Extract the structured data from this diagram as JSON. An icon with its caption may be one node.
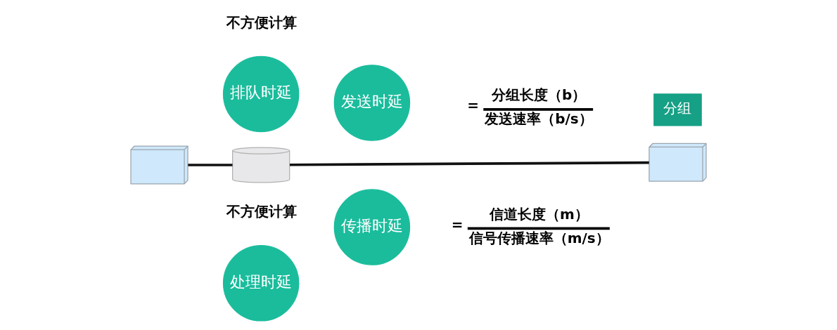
{
  "diagram": {
    "nodes": [
      {
        "text": [],
        "shape": "laptop"
      },
      {
        "text": [],
        "shape": "router"
      },
      {
        "text": [],
        "shape": "laptop"
      },
      {
        "text": [
          "分组"
        ]
      },
      {
        "text": [
          "发送时延"
        ]
      },
      {
        "text": [
          "排队时延"
        ]
      },
      {
        "text": [
          "处理时延"
        ]
      },
      {
        "text": [
          "传播时延"
        ]
      }
    ],
    "edges": [
      {
        "from": 0,
        "to": 1,
        "arrow": "none"
      },
      {
        "from": 1,
        "to": 2,
        "arrow": "none"
      }
    ],
    "labels": [
      "=",
      "分组长度（b）",
      "发送速率（b/s）",
      "不方便计算",
      "不方便计算",
      "=",
      "信道长度（m）",
      "信号传播速率（m/s）"
    ]
  }
}
